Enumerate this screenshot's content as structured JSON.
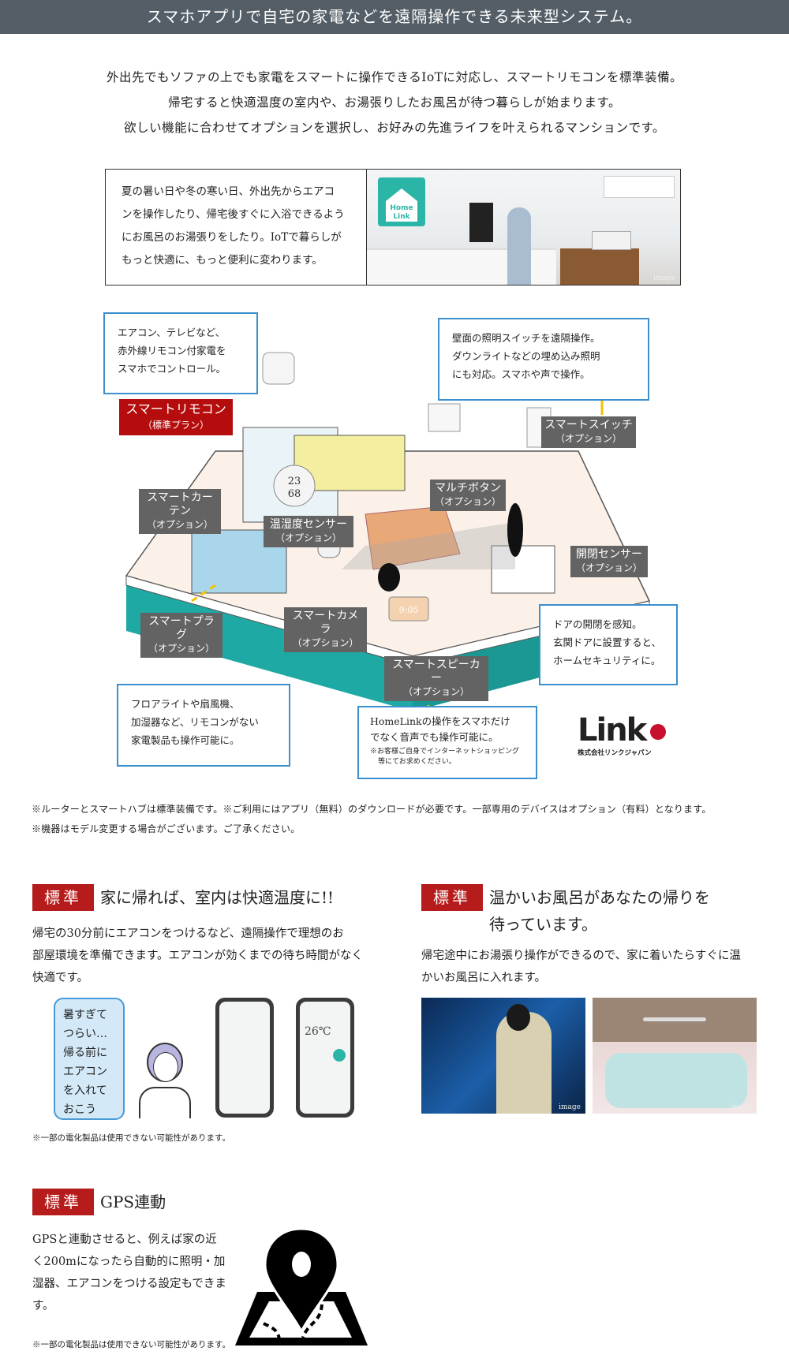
{
  "header": {
    "title": "スマホアプリで自宅の家電などを遠隔操作できる未来型システム。"
  },
  "intro": [
    "外出先でもソファの上でも家電をスマートに操作できるIoTに対応し、スマートリモコンを標準装備。",
    "帰宅すると快適温度の室内や、お湯張りしたお風呂が待つ暮らしが始まります。",
    "欲しい機能に合わせてオプションを選択し、お好みの先進ライフを叶えられるマンションです。"
  ],
  "feature_box": {
    "lines": [
      "夏の暑い日や冬の寒い日、外出先からエアコ",
      "ンを操作したり、帰宅後すぐに入浴できるよう",
      "にお風呂のお湯張りをしたり。IoTで暮らしが",
      "もっと快適に、もっと便利に変わります。"
    ],
    "logo": [
      "Home",
      "Link"
    ],
    "image_tag": "image"
  },
  "diagram": {
    "callouts": {
      "remote": [
        "エアコン、テレビなど、",
        "赤外線リモコン付家電を",
        "スマホでコントロール。"
      ],
      "switch": [
        "壁面の照明スイッチを遠隔操作。",
        "ダウンライトなどの埋め込み照明",
        "にも対応。スマホや声で操作。"
      ],
      "door": [
        "ドアの開閉を感知。",
        "玄関ドアに設置すると、",
        "ホームセキュリティに。"
      ],
      "plug": [
        "フロアライトや扇風機、",
        "加湿器など、リモコンがない",
        "家電製品も操作可能に。"
      ],
      "speaker": [
        "HomeLinkの操作をスマホだけ",
        "でなく音声でも操作可能に。"
      ],
      "speaker_note": [
        "※お客様ご自身でインターネットショッピング",
        "等にてお求めください。"
      ]
    },
    "labels": {
      "remote": {
        "name": "スマートリモコン",
        "plan": "（標準プラン）"
      },
      "switch": {
        "name": "スマートスイッチ",
        "plan": "（オプション）"
      },
      "curtain": {
        "name": "スマートカーテン",
        "plan": "（オプション）"
      },
      "multi": {
        "name": "マルチボタン",
        "plan": "（オプション）"
      },
      "thermo": {
        "name": "温湿度センサー",
        "plan": "（オプション）"
      },
      "opensensor": {
        "name": "開閉センサー",
        "plan": "（オプション）"
      },
      "camera": {
        "name": "スマートカメラ",
        "plan": "（オプション）"
      },
      "plug": {
        "name": "スマートプラグ",
        "plan": "（オプション）"
      },
      "speaker": {
        "name": "スマートスピーカー",
        "plan": "（オプション）"
      }
    },
    "thermo_display": [
      "23",
      "68"
    ],
    "speaker_display": "9:05",
    "logo": {
      "text": "Link",
      "company": "株式会社リンクジャパン"
    }
  },
  "notes": [
    "※ルーターとスマートハブは標準装備です。※ご利用にはアプリ（無料）のダウンロードが必要です。一部専用のデバイスはオプション（有料）となります。",
    "※機器はモデル変更する場合がございます。ご了承ください。"
  ],
  "sections": {
    "aircon": {
      "badge": "標準",
      "title": "家に帰れば、室内は快適温度に!!",
      "body": [
        "帰宅の30分前にエアコンをつけるなど、遠隔操作で理想のお",
        "部屋環境を準備できます。エアコンが効くまでの待ち時間がなく",
        "快適です。"
      ],
      "bubble": [
        "暑すぎて",
        "つらい…",
        "帰る前に",
        "エアコン",
        "を入れて",
        "おこう"
      ],
      "phone_temp": "26℃",
      "note": "※一部の電化製品は使用できない可能性があります。"
    },
    "bath": {
      "badge": "標準",
      "title": [
        "温かいお風呂があなたの帰りを",
        "待っています。"
      ],
      "body": [
        "帰宅途中にお湯張り操作ができるので、家に着いたらすぐに温",
        "かいお風呂に入れます。"
      ],
      "image_tag": "image"
    },
    "gps": {
      "badge": "標準",
      "title": "GPS連動",
      "body": [
        "GPSと連動させると、例えば家の近",
        "く200mになったら自動的に照明・加",
        "湿器、エアコンをつける設定もできま",
        "す。"
      ],
      "note": "※一部の電化製品は使用できない可能性があります。"
    }
  },
  "colors": {
    "header_bg": "#535e66",
    "badge": "#b71c1c",
    "callout_border": "#3a8fcf",
    "teal": "#1fa9a4"
  }
}
